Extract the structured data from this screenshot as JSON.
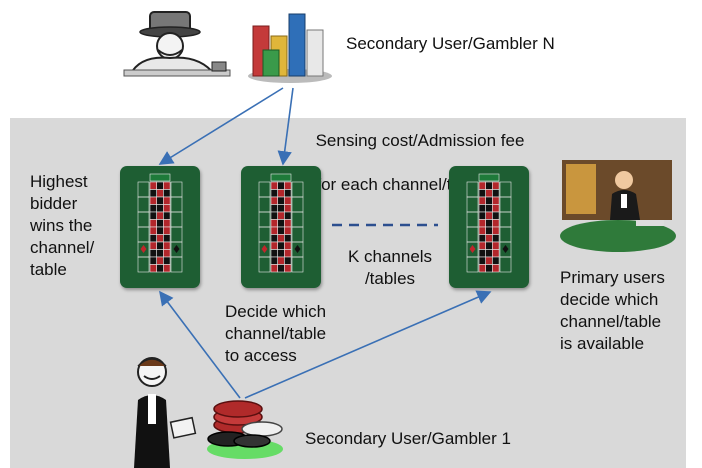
{
  "labels": {
    "top_user": "Secondary User/Gambler N",
    "sensing_cost_line1": "Sensing cost/Admission fee",
    "sensing_cost_line2": "for each channel/table",
    "highest_bidder": "Highest\nbidder\nwins the\nchannel/\ntable",
    "k_channels": "K channels\n/tables",
    "decide_which": "Decide which\nchannel/table\nto access",
    "primary_users": "Primary users\ndecide which\nchannel/table\nis available",
    "bottom_user": "Secondary User/Gambler 1"
  },
  "colors": {
    "panel": "#d9d9d9",
    "table_felt": "#1e5e33",
    "arrow": "#3a70b5",
    "dash": "#2c4f8f"
  },
  "icons": {
    "top_gambler": "cartoon-man-with-hat-icon",
    "chip_stacks": "poker-chip-stacks-icon",
    "dealer": "casino-dealer-icon",
    "bottom_gambler": "cartoon-gambler-with-cards-icon",
    "bottom_chips": "poker-chip-pile-icon"
  }
}
